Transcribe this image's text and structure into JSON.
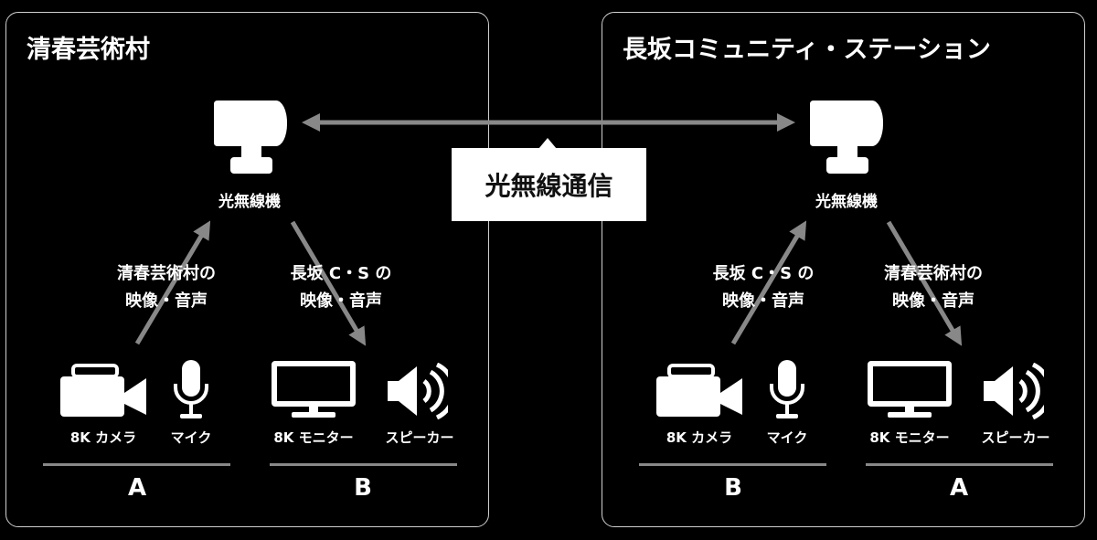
{
  "left_panel": {
    "title": "清春芸術村",
    "device_label": "光無線機",
    "up_label": [
      "清春芸術村の",
      "映像・音声"
    ],
    "down_label": [
      "長坂 C・S の",
      "映像・音声"
    ],
    "devices": [
      "8K カメラ",
      "マイク",
      "8K モニター",
      "スピーカー"
    ],
    "group_a": "A",
    "group_b": "B"
  },
  "right_panel": {
    "title": "長坂コミュニティ・ステーション",
    "device_label": "光無線機",
    "up_label": [
      "長坂 C・S の",
      "映像・音声"
    ],
    "down_label": [
      "清春芸術村の",
      "映像・音声"
    ],
    "devices": [
      "8K カメラ",
      "マイク",
      "8K モニター",
      "スピーカー"
    ],
    "group_a": "B",
    "group_b": "A"
  },
  "link_label": "光無線通信",
  "icons": [
    "optical-wireless-unit-icon",
    "video-camera-icon",
    "microphone-icon",
    "monitor-icon",
    "speaker-icon"
  ],
  "colors": {
    "background": "#000000",
    "arrow": "#888888",
    "foreground": "#ffffff"
  }
}
